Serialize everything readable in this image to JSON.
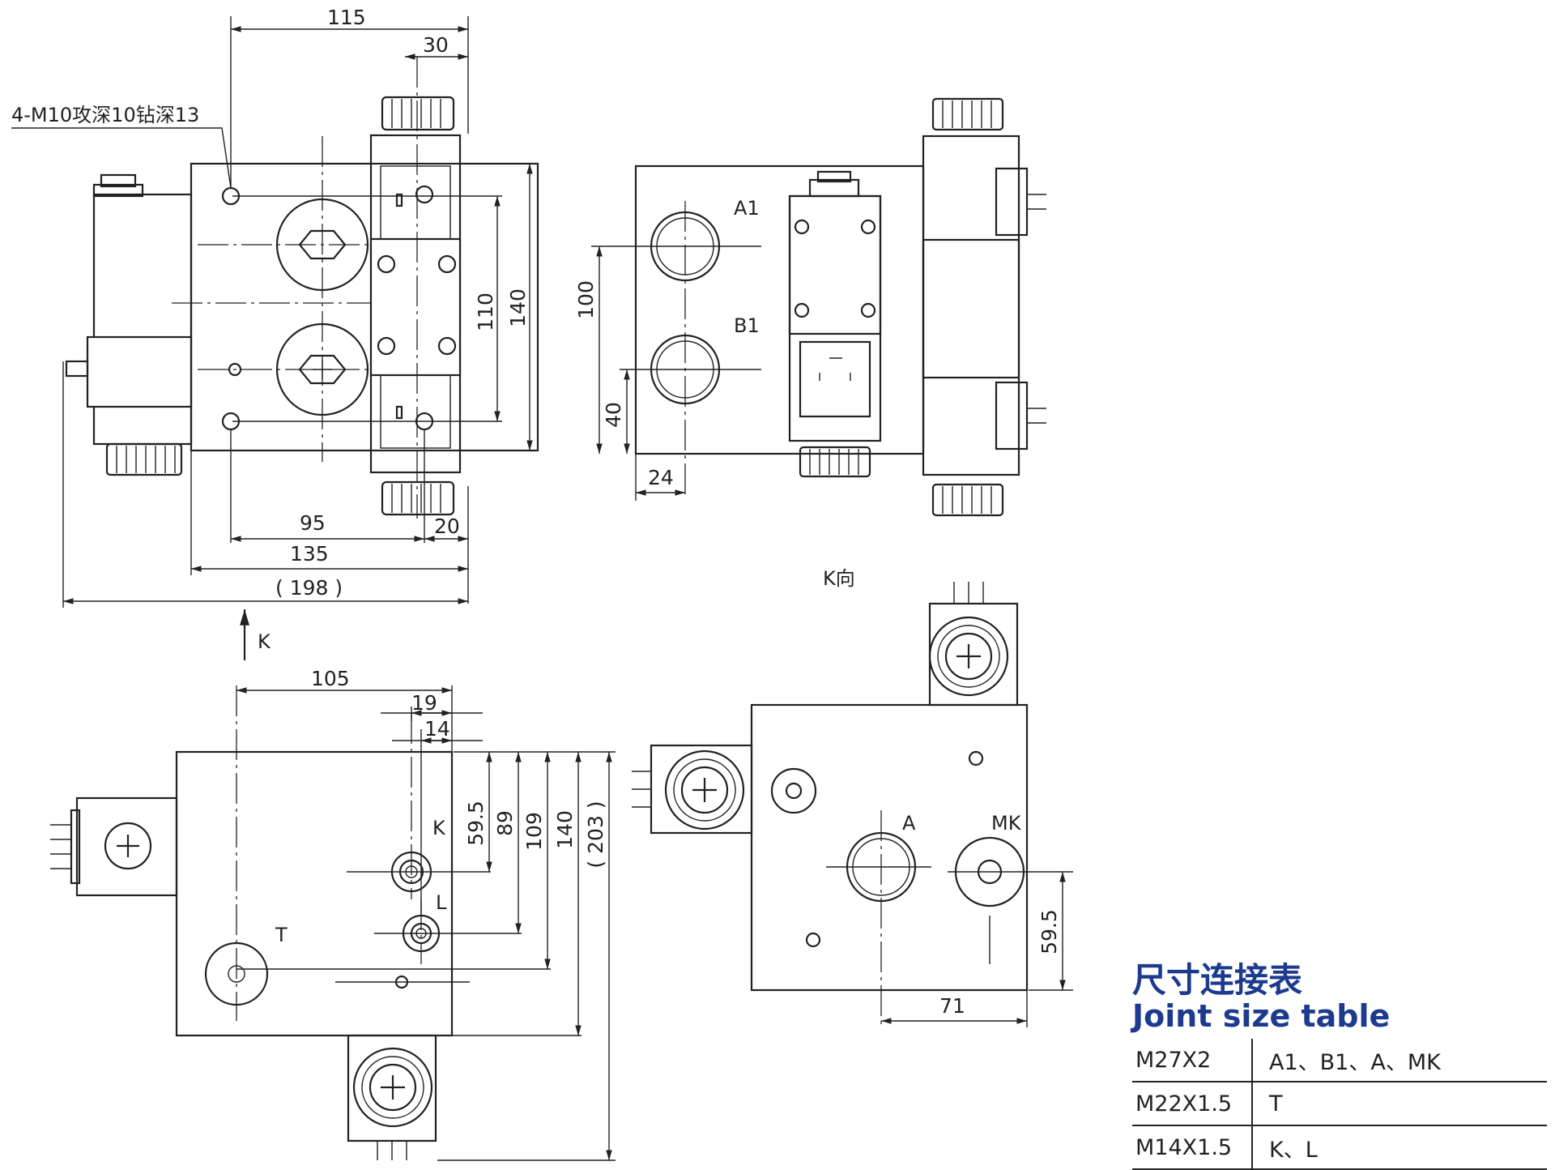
{
  "top_view": {
    "hole_note": "4-M10攻深10钻深13",
    "dims": {
      "d115": "115",
      "d30": "30",
      "d110": "110",
      "d140": "140",
      "d95": "95",
      "d20": "20",
      "d135": "135",
      "d198": "( 198 )"
    },
    "k_arrow_label": "K"
  },
  "side_view": {
    "ports": {
      "a1": "A1",
      "b1": "B1"
    },
    "dims": {
      "d100": "100",
      "d40": "40",
      "d24": "24"
    }
  },
  "bottom_view": {
    "ports": {
      "k": "K",
      "l": "L",
      "t": "T"
    },
    "dims": {
      "d105": "105",
      "d19": "19",
      "d14": "14",
      "d59_5": "59.5",
      "d89": "89",
      "d109": "109",
      "d140": "140",
      "d203": "( 203 )"
    }
  },
  "k_view": {
    "title": "K向",
    "ports": {
      "a": "A",
      "mk": "MK"
    },
    "dims": {
      "d59_5": "59.5",
      "d71": "71"
    }
  },
  "size_table": {
    "title_cn": "尺寸连接表",
    "title_en": "Joint size table",
    "rows": [
      {
        "size": "M27X2",
        "ports": "A1、B1、A、MK"
      },
      {
        "size": "M22X1.5",
        "ports": "T"
      },
      {
        "size": "M14X1.5",
        "ports": "K、L"
      }
    ]
  }
}
